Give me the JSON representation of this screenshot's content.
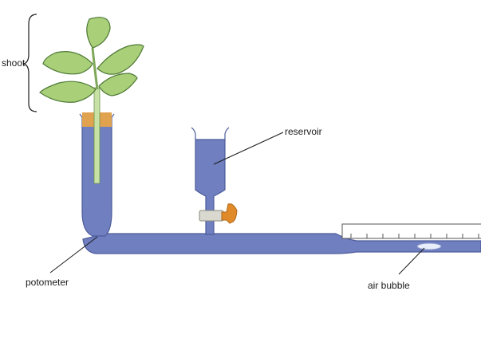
{
  "labels": {
    "shoot": "shoot",
    "reservoir": "reservoir",
    "potometer": "potometer",
    "air_bubble": "air bubble"
  },
  "colors": {
    "water": "#6f7fc0",
    "water_outline": "#4d5c99",
    "glass": "#dde3f2",
    "bung": "#e0a24e",
    "leaf": "#a9cf79",
    "leaf_outline": "#4f7a35",
    "stem": "#c8e2a6",
    "tap": "#e08a2a",
    "clamp": "#d9d9cf",
    "bubble": "#e9eefb",
    "line": "#1a1a1a"
  },
  "icons": {
    "shoot": "leafy-shoot-icon",
    "tap": "tap-icon",
    "scale": "ruler-scale-icon",
    "bracket": "curly-bracket-icon"
  }
}
